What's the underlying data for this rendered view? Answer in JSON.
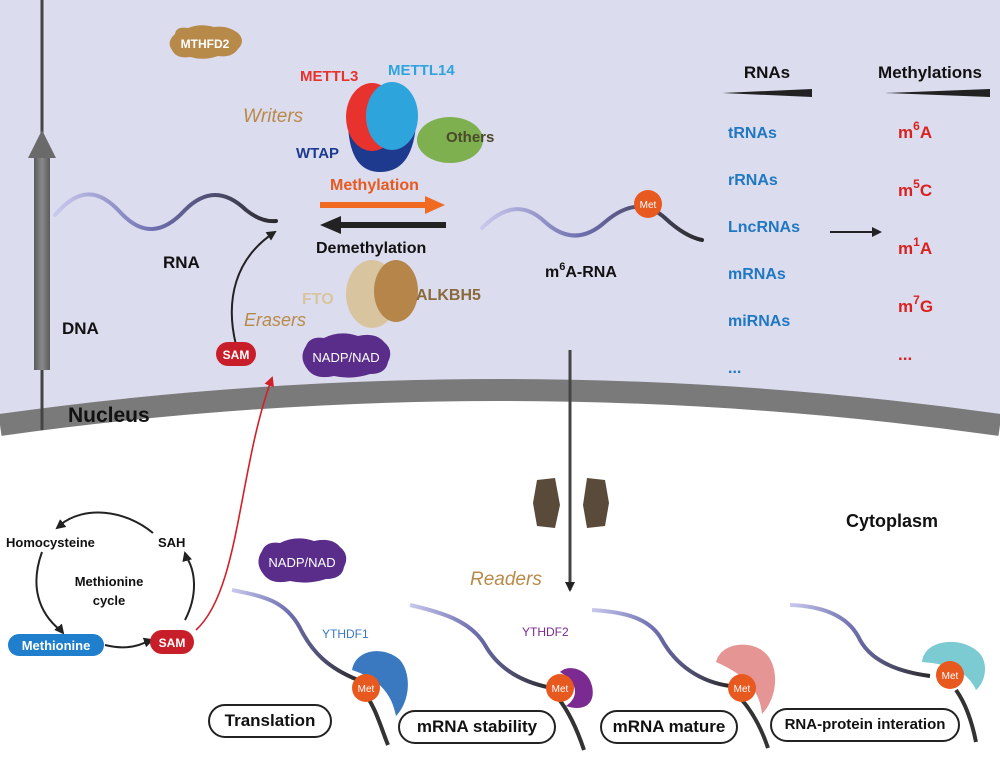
{
  "compartments": {
    "nucleus": "Nucleus",
    "cytoplasm": "Cytoplasm"
  },
  "molecules": {
    "dna": "DNA",
    "rna": "RNA",
    "m6a_rna_base": "m",
    "m6a_rna_sup": "6",
    "m6a_rna_rest": "A-RNA",
    "met": "Met"
  },
  "cofactors": {
    "mthfd2": "MTHFD2",
    "sam": "SAM",
    "nadp_nad": "NADP/NAD"
  },
  "writers": {
    "title": "Writers",
    "mettl3": "METTL3",
    "mettl14": "METTL14",
    "wtap": "WTAP",
    "others": "Others"
  },
  "processes": {
    "methylation": "Methylation",
    "demethylation": "Demethylation"
  },
  "erasers": {
    "title": "Erasers",
    "fto": "FTO",
    "alkbh5": "ALKBH5"
  },
  "rnas": {
    "header": "RNAs",
    "items": [
      "tRNAs",
      "rRNAs",
      "LncRNAs",
      "mRNAs",
      "miRNAs",
      "..."
    ]
  },
  "methylations": {
    "header": "Methylations",
    "items": [
      {
        "base": "m",
        "sup": "6",
        "rest": "A"
      },
      {
        "base": "m",
        "sup": "5",
        "rest": "C"
      },
      {
        "base": "m",
        "sup": "1",
        "rest": "A"
      },
      {
        "base": "m",
        "sup": "7",
        "rest": "G"
      }
    ],
    "more": "..."
  },
  "cycle": {
    "homocysteine": "Homocysteine",
    "sah": "SAH",
    "center_1": "Methionine",
    "center_2": "cycle",
    "methionine": "Methionine",
    "sam": "SAM"
  },
  "readers": {
    "title": "Readers",
    "ythdf1": "YTHDF1",
    "ythdf2": "YTHDF2"
  },
  "outcomes": [
    "Translation",
    "mRNA stability",
    "mRNA mature",
    "RNA-protein interation"
  ],
  "colors": {
    "nucleus_bg": "#dcdcef",
    "envelope": "#7c7c7c",
    "writer_gold": "#b88a4a",
    "mettl3": "#e8322d",
    "mettl14": "#2ea4dd",
    "wtap": "#1d3a8f",
    "others": "#7fb04f",
    "fto": "#d8c5a0",
    "alkbh5": "#b5854a",
    "rna_blue": "#1f78c1",
    "meth_red": "#d9221f",
    "methylation_arrow": "#f06a22",
    "sam_red": "#c81e2a",
    "methionine_blue": "#1f7fcc",
    "nad_purple": "#5a2d8a",
    "met_orange": "#e8591f",
    "ythdf1": "#3a78c0",
    "ythdf2": "#7a2a90",
    "reader3": "#e59593",
    "reader4": "#7ccbd2"
  }
}
